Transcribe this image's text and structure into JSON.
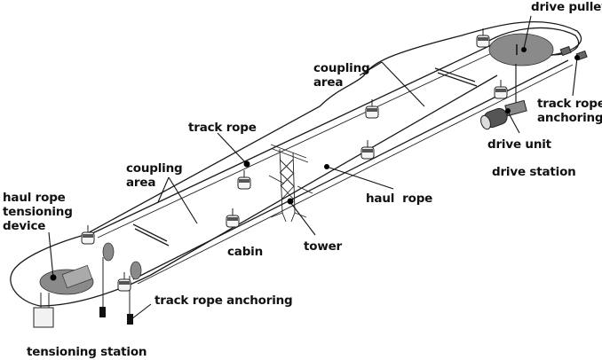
{
  "figure": {
    "title": "Aerial ropeway system overview",
    "labels": {
      "drive_pulley": "drive pulley",
      "coupling_area_top": "coupling\narea",
      "track_rope_anchoring_right": "track rope\nanchoring",
      "drive_unit": "drive unit",
      "drive_station": "drive station",
      "track_rope": "track rope",
      "coupling_area_left": "coupling\narea",
      "haul_rope": "haul  rope",
      "haul_rope_tensioning_device": "haul rope\ntensioning\ndevice",
      "tower": "tower",
      "cabin": "cabin",
      "track_rope_anchoring_bottom": "track rope anchoring",
      "tensioning_station": "tensioning station"
    },
    "components": [
      "drive pulley",
      "drive unit",
      "track rope",
      "haul rope",
      "tower",
      "cabin",
      "coupling area",
      "haul rope tensioning device",
      "track rope anchoring",
      "drive station",
      "tensioning station"
    ]
  }
}
